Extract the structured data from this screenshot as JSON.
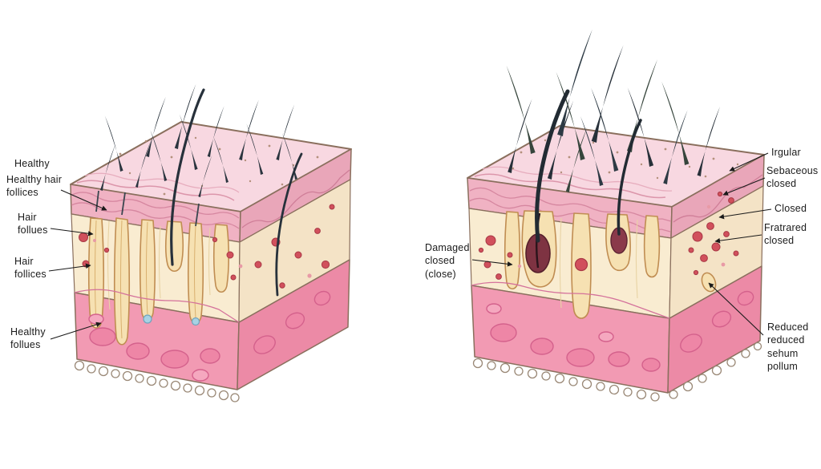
{
  "figure": {
    "description_domain": "skin-cross-section-comparison",
    "panels": {
      "left": {
        "name": "healthy-skin",
        "labels": {
          "healthy": "Healthy",
          "healthy_hair_follicles": "Healthy hair\nfollices",
          "hair_follues": "Hair\nfollues",
          "hair_follices": "Hair\nfollices",
          "healthy_follues": "Healthy\nfollues"
        }
      },
      "right": {
        "name": "damaged-skin",
        "labels": {
          "damaged_closed": "Damaged\nclosed\n(close)",
          "irgular": "Irgular",
          "sebaceous_closed": "Sebaceous\nclosed",
          "closed": "Closed",
          "fratrared_closed": "Fratrared\nclosed",
          "reduced_sebum": "Reduced\nreduced\nsehum\npollum"
        }
      }
    },
    "colors": {
      "background": "#ffffff",
      "top_face": "#f8d8e1",
      "epidermis": "#f0b2c3",
      "dermis": "#f9ecd1",
      "hypodermis": "#f29ab3",
      "follicle": "#f6e1b2",
      "hair": "#2a343e",
      "gland_red": "#d1505c",
      "gland_blue": "#a8d2e4",
      "damaged_bulb": "#7e3342",
      "outline": "#8a6f5d",
      "pointer_line": "#1a1a1a"
    }
  }
}
